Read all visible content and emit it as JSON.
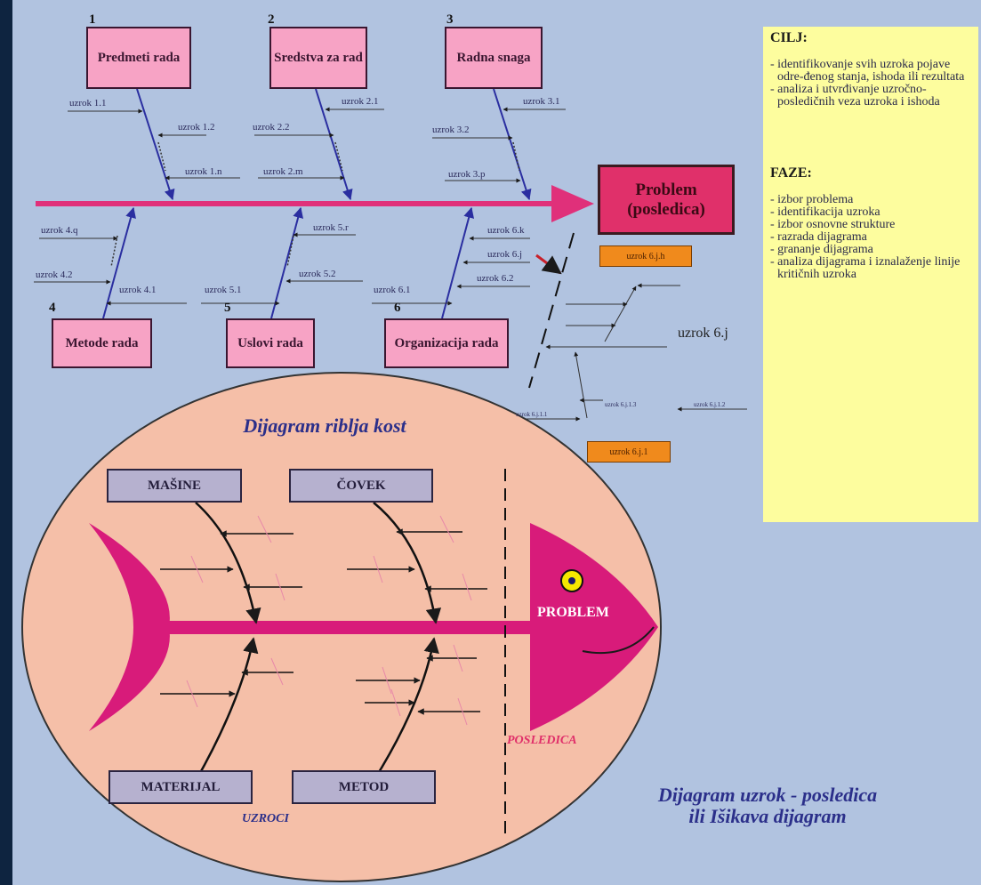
{
  "top_boxes": [
    "Predmeti rada",
    "Sredstva za rad",
    "Radna snaga"
  ],
  "bottom_boxes": [
    "Metode rada",
    "Uslovi rada",
    "Organizacija rada"
  ],
  "numbers": [
    "1",
    "2",
    "3",
    "4",
    "5",
    "6"
  ],
  "problem": {
    "line1": "Problem",
    "line2": "(posledica)"
  },
  "causes": {
    "c11": "uzrok 1.1",
    "c12": "uzrok 1.2",
    "c1n": "uzrok 1.n",
    "c21": "uzrok 2.1",
    "c22": "uzrok 2.2",
    "c2m": "uzrok 2.m",
    "c31": "uzrok 3.1",
    "c32": "uzrok 3.2",
    "c3p": "uzrok 3.p",
    "c4q": "uzrok 4.q",
    "c42": "uzrok 4.2",
    "c41": "uzrok 4.1",
    "c5r": "uzrok 5.r",
    "c52": "uzrok 5.2",
    "c51": "uzrok 5.1",
    "c6k": "uzrok 6.k",
    "c6j": "uzrok 6.j",
    "c62": "uzrok 6.2",
    "c61": "uzrok 6.1"
  },
  "detail": {
    "jh": "uzrok 6.j.h",
    "j": "uzrok 6.j",
    "j13": "uzrok 6.j.1.3",
    "j12": "uzrok 6.j.1.2",
    "j11": "uzrok 6.j.1.1",
    "j1": "uzrok 6.j.1"
  },
  "note": {
    "cilj_title": "CILJ:",
    "cilj_items": [
      "- identifikovanje svih uzroka pojave odre-đenog stanja, ishoda ili rezultata",
      "- analiza i utvrđivanje uzročno-posledičnih veza uzroka i ishoda"
    ],
    "faze_title": "FAZE:",
    "faze_items": [
      "- izbor problema",
      "- identifikacija uzroka",
      "- izbor osnovne strukture",
      "- razrada dijagrama",
      "- grananje dijagrama",
      "- analiza dijagrama i iznalaženje linije kritičnih uzroka"
    ]
  },
  "fish": {
    "title": "Dijagram riblja kost",
    "top_boxes": [
      "MAŠINE",
      "ČOVEK"
    ],
    "bottom_boxes": [
      "MATERIJAL",
      "METOD"
    ],
    "problem": "PROBLEM",
    "posledica": "POSLEDICA",
    "uzroci": "UZROCI"
  },
  "caption": {
    "line1": "Dijagram uzrok - posledica",
    "line2": "ili Išikava dijagram"
  },
  "colors": {
    "background": "#b1c3e0",
    "pink_box": "#f7a3c5",
    "magenta": "#d81b7a",
    "orange": "#f08a1c",
    "note_yellow": "#fdfd9e",
    "oval": "#f5bfa8",
    "grey_box": "#b6b1cf"
  }
}
